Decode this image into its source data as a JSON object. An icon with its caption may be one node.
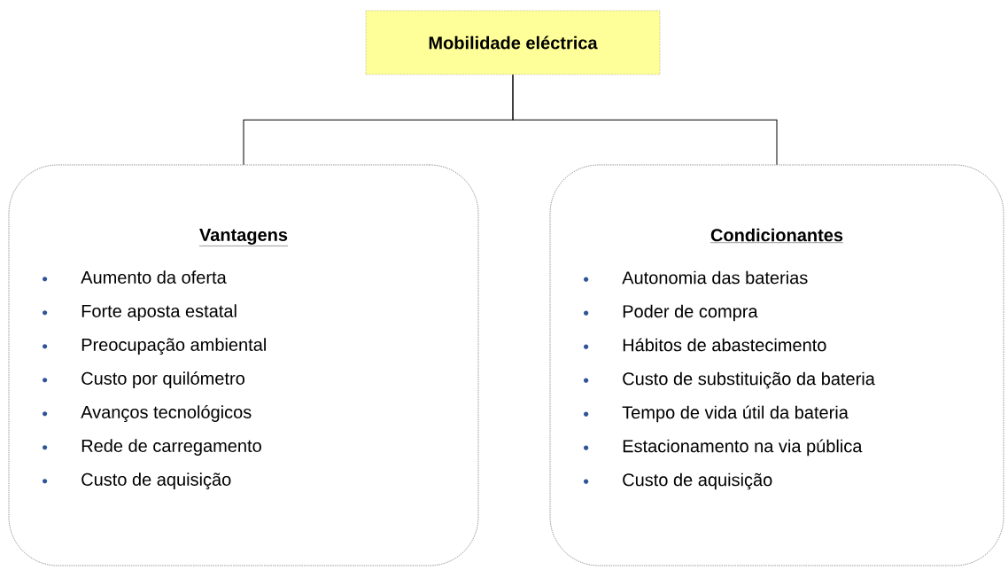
{
  "diagram": {
    "nodes": [
      {
        "text": [
          "Mobilidade eléctrica"
        ]
      },
      {
        "text": [
          "Vantagens",
          "Aumento da oferta",
          "Forte aposta estatal",
          "Preocupação ambiental",
          "Custo por quilómetro",
          "Avanços tecnológicos",
          "Rede de carregamento",
          "Custo de aquisição"
        ]
      },
      {
        "text": [
          "Condicionantes",
          "Autonomia das baterias",
          "Poder de compra",
          "Hábitos de abastecimento",
          "Custo de substituição da bateria",
          "Tempo de vida útil da bateria",
          "Estacionamento na via pública",
          "Custo de aquisição"
        ]
      }
    ],
    "edges": [
      {
        "from": 0,
        "to": 1,
        "arrow": "none"
      },
      {
        "from": 0,
        "to": 2,
        "arrow": "none"
      }
    ]
  }
}
